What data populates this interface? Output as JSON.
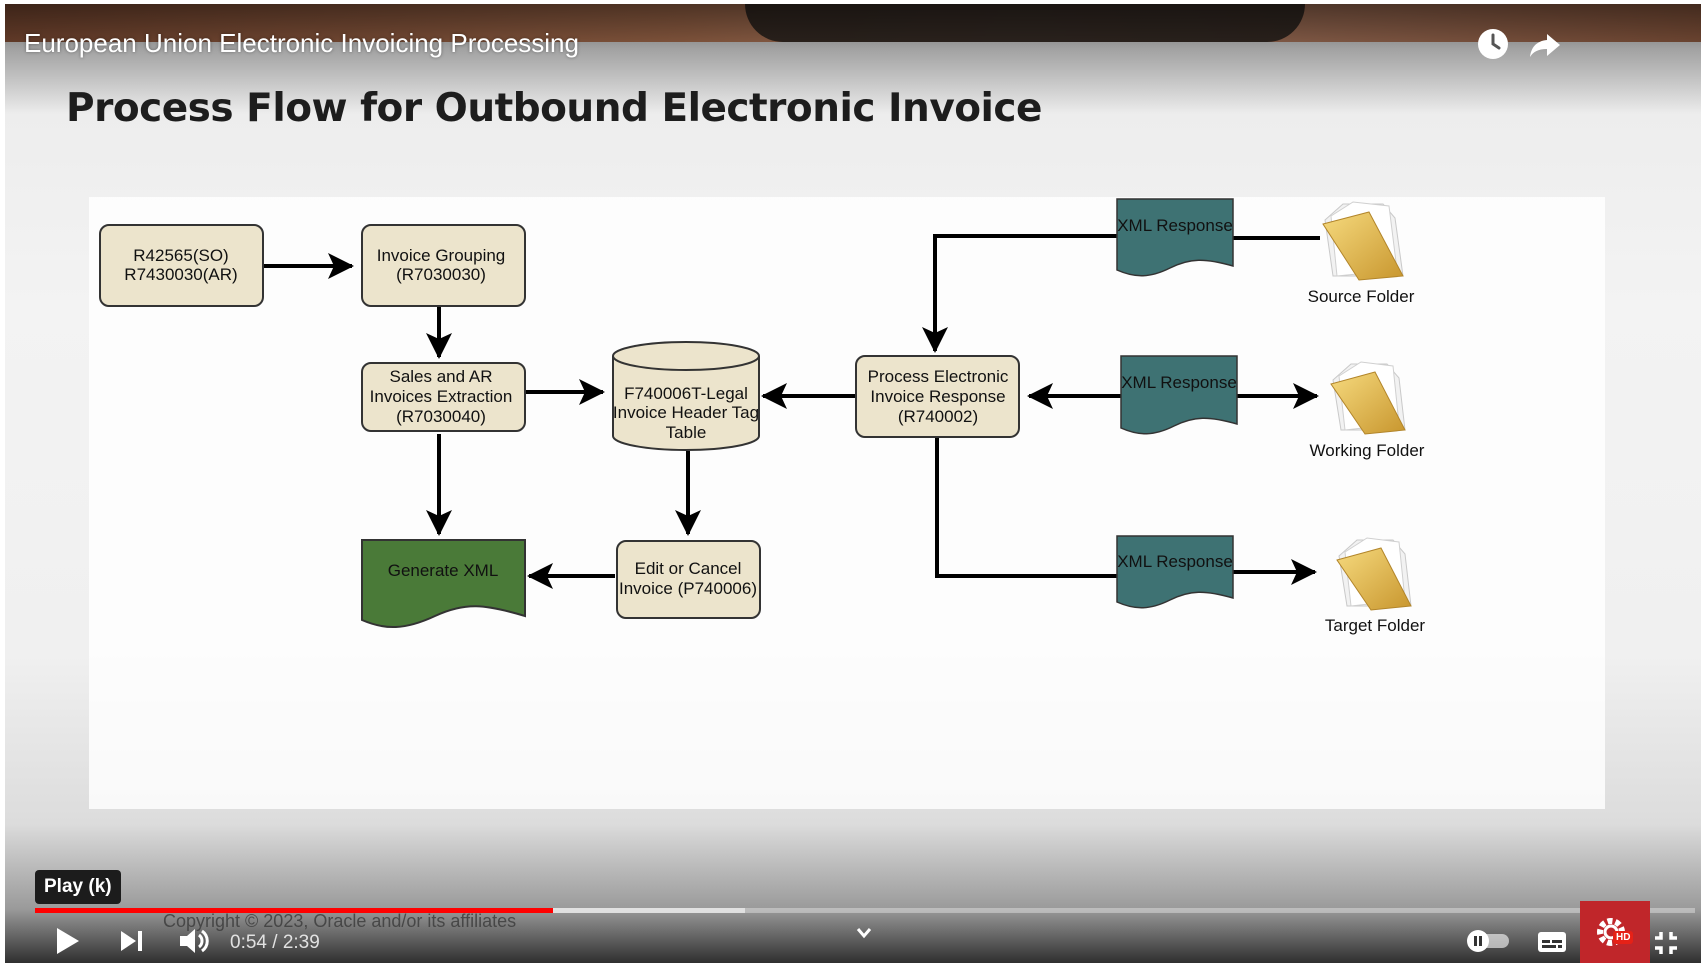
{
  "video": {
    "title": "European Union Electronic Invoicing Processing",
    "watch_later_icon": "clock-icon",
    "share_icon": "share-arrow-icon"
  },
  "slide": {
    "title": "Process Flow for Outbound Electronic Invoice",
    "copyright": "Copyright © 2023, Oracle and/or its affiliates",
    "boxes": {
      "source_reports": [
        "R42565(SO)",
        "R7430030(AR)"
      ],
      "invoice_grouping": [
        "Invoice Grouping",
        "(R7030030)"
      ],
      "sales_ar_extraction": [
        "Sales and AR",
        "Invoices Extraction",
        "(R7030040)"
      ],
      "legal_table": [
        "F740006T-Legal",
        "Invoice Header Tag",
        "Table"
      ],
      "process_response": [
        "Process Electronic",
        "Invoice Response",
        "(R740002)"
      ],
      "generate_xml": "Generate XML",
      "edit_cancel": [
        "Edit or Cancel",
        "Invoice (P740006)"
      ],
      "xml_response_1": "XML Response",
      "xml_response_2": "XML Response",
      "xml_response_3": "XML Response"
    },
    "folders": {
      "source": "Source Folder",
      "working": "Working Folder",
      "target": "Target Folder"
    },
    "colors": {
      "box_fill": "#ece4cc",
      "xml_fill": "#3e7273",
      "generate_fill": "#4a7a38",
      "folder": "#e4b94c"
    }
  },
  "controls": {
    "tooltip": "Play (k)",
    "time_current": "0:54",
    "time_separator": " / ",
    "time_total": "2:39",
    "time_display": "0:54 / 2:39",
    "progress_played": 0.3121,
    "progress_buffered": 0.4277,
    "hd_badge": "HD",
    "icons": [
      "play-icon",
      "next-icon",
      "volume-icon",
      "chapter-chevron-icon",
      "autoplay-toggle-icon",
      "subtitles-icon",
      "settings-gear-icon",
      "exit-fullscreen-icon"
    ]
  }
}
